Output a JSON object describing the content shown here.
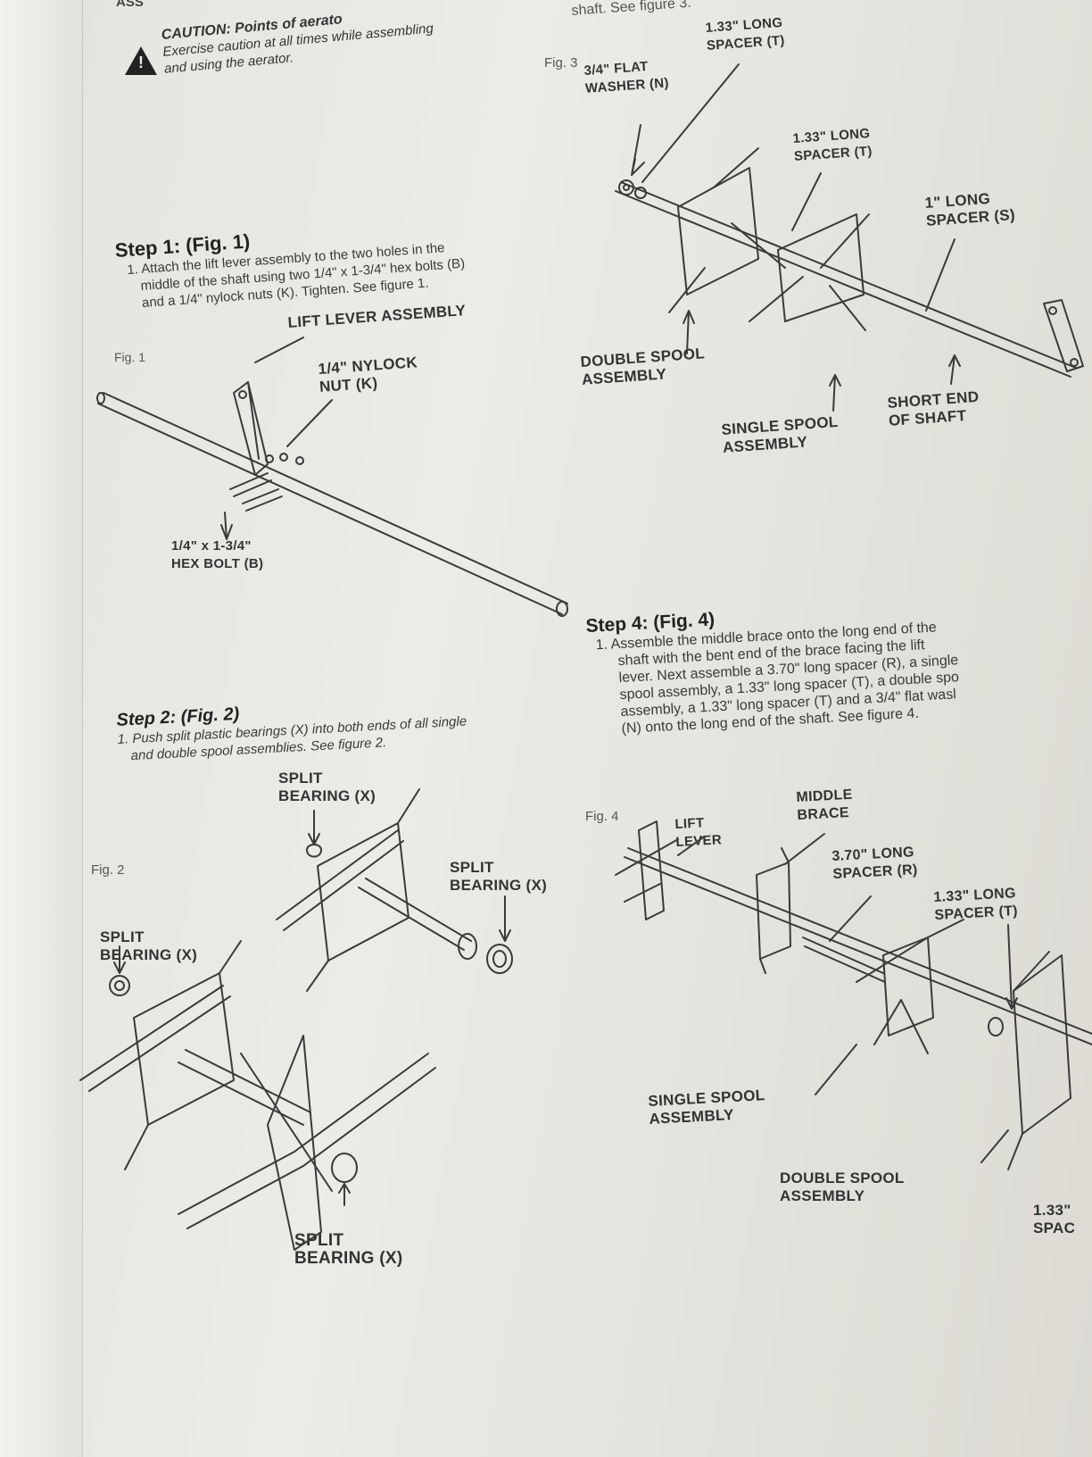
{
  "caution": {
    "title": "CAUTION: Points of aerato",
    "line1": "Exercise caution at all times while assembling",
    "line2": "and using the aerator.",
    "top_fragment": "ASS"
  },
  "step1": {
    "title": "Step 1: (Fig. 1)",
    "line1": "1. Attach the lift lever assembly to the two holes in the",
    "line2": "middle of the shaft using two 1/4\" x 1-3/4\" hex bolts (B)",
    "line3": "and a 1/4\" nylock nuts (K). Tighten. See figure 1.",
    "fig": "Fig. 1",
    "labels": {
      "lift_lever": "LIFT LEVER ASSEMBLY",
      "nut_1": "1/4\" NYLOCK",
      "nut_2": "NUT (K)",
      "bolt_1": "1/4\" x 1-3/4\"",
      "bolt_2": "HEX BOLT (B)"
    }
  },
  "step2": {
    "title": "Step 2: (Fig. 2)",
    "line1": "1. Push split plastic bearings (X) into both ends of all single",
    "line2": "and double spool assemblies. See figure 2.",
    "fig": "Fig. 2",
    "label_split": "SPLIT",
    "label_bearing": "BEARING (X)"
  },
  "step3": {
    "fragment": "shaft. See figure 3.",
    "fig": "Fig. 3",
    "labels": {
      "washer_1": "3/4\" FLAT",
      "washer_2": "WASHER (N)",
      "spacer133_1": "1.33\" LONG",
      "spacer133_2": "SPACER (T)",
      "spacer1_1": "1\" LONG",
      "spacer1_2": "SPACER (S)",
      "double_1": "DOUBLE SPOOL",
      "double_2": "ASSEMBLY",
      "single_1": "SINGLE SPOOL",
      "single_2": "ASSEMBLY",
      "short_1": "SHORT END",
      "short_2": "OF SHAFT"
    }
  },
  "step4": {
    "title": "Step 4: (Fig. 4)",
    "line1": "1. Assemble the middle brace onto the long end of the",
    "line2": "shaft with the bent end of the brace facing the lift",
    "line3": "lever. Next assemble a 3.70\" long spacer (R), a single",
    "line4": "spool assembly, a 1.33\" long spacer (T), a double spo",
    "line5": "assembly, a 1.33\" long spacer (T) and a 3/4\" flat wasl",
    "line6": "(N) onto the long end of the shaft.  See figure 4.",
    "fig": "Fig. 4",
    "labels": {
      "lift_1": "LIFT",
      "lift_2": "LEVER",
      "brace_1": "MIDDLE",
      "brace_2": "BRACE",
      "spacer370_1": "3.70\" LONG",
      "spacer370_2": "SPACER (R)",
      "spacer133_1": "1.33\" LONG",
      "spacer133_2": "SPACER (T)",
      "single_1": "SINGLE SPOOL",
      "single_2": "ASSEMBLY",
      "double_1": "DOUBLE SPOOL",
      "double_2": "ASSEMBLY",
      "cut_1": "1.33\"",
      "cut_2": "SPAC"
    }
  }
}
